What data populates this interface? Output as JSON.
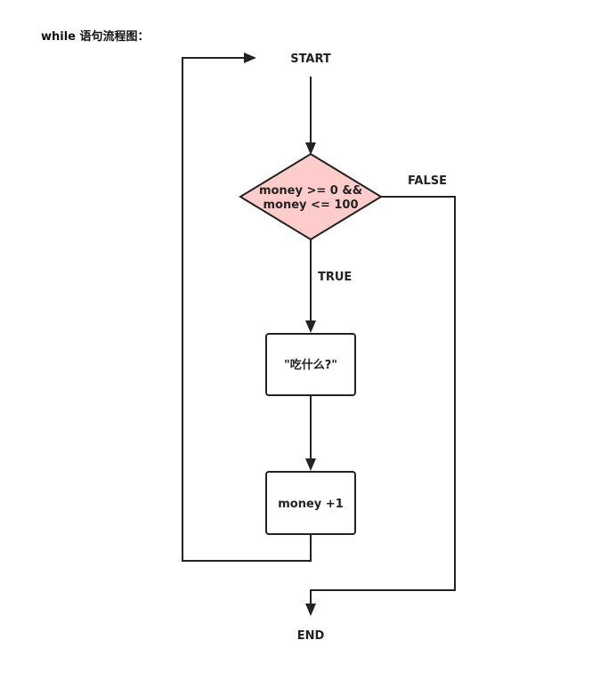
{
  "page": {
    "title": "while 语句流程图："
  },
  "flowchart": {
    "start_label": "START",
    "end_label": "END",
    "decision": {
      "line1": "money >= 0 &&",
      "line2": "money <= 100",
      "fill_color": "#ffcccc"
    },
    "true_label": "TRUE",
    "false_label": "FALSE",
    "step1_label": "\"吃什么?\"",
    "step2_label": "money +1",
    "stroke_color": "#222222"
  }
}
